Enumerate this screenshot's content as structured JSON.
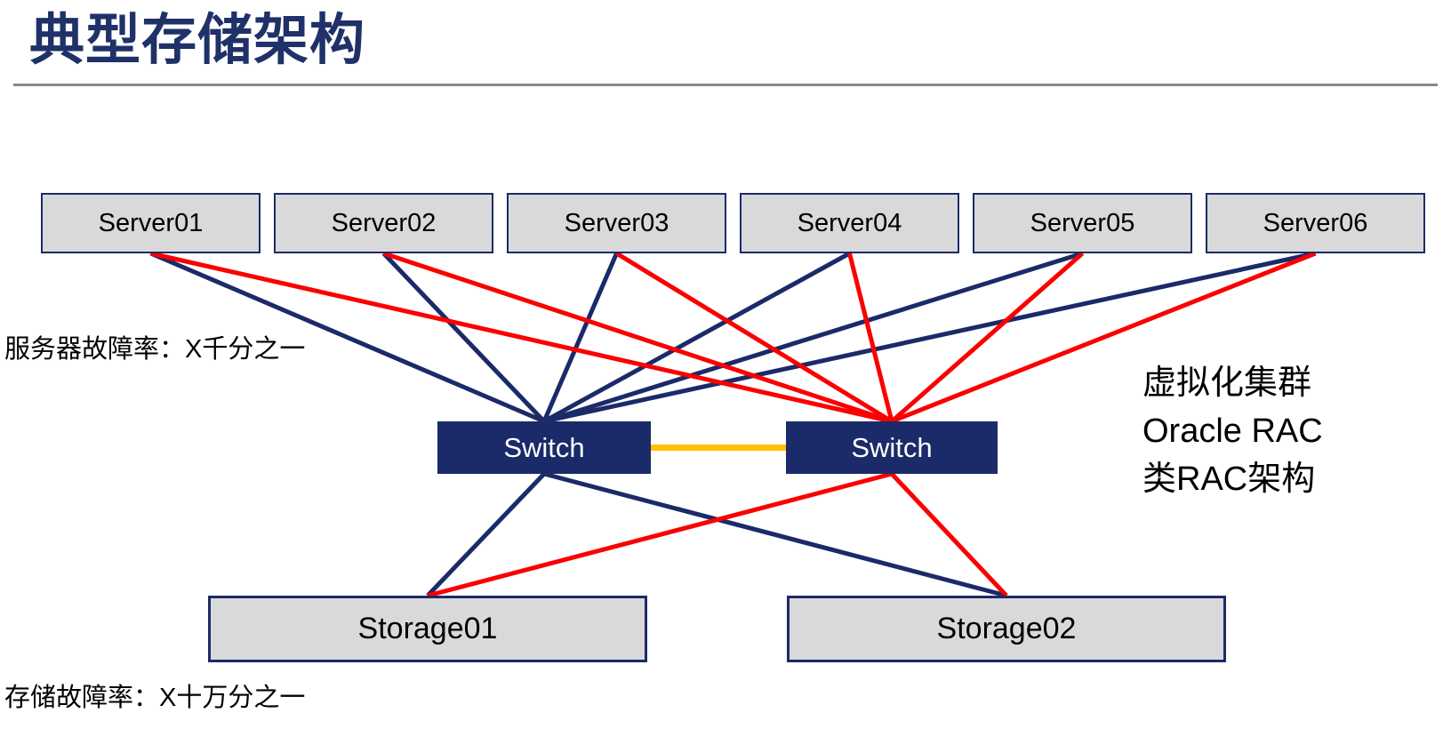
{
  "slide": {
    "title": "典型存储架构"
  },
  "annotations": {
    "server_failure_rate": "服务器故障率：X千分之一",
    "storage_failure_rate": "存储故障率：X十万分之一",
    "cluster_note": [
      "虚拟化集群",
      "Oracle RAC",
      "类RAC架构"
    ]
  },
  "nodes": {
    "servers": [
      {
        "id": "server01",
        "label": "Server01"
      },
      {
        "id": "server02",
        "label": "Server02"
      },
      {
        "id": "server03",
        "label": "Server03"
      },
      {
        "id": "server04",
        "label": "Server04"
      },
      {
        "id": "server05",
        "label": "Server05"
      },
      {
        "id": "server06",
        "label": "Server06"
      }
    ],
    "switches": [
      {
        "id": "switch-a",
        "label": "Switch"
      },
      {
        "id": "switch-b",
        "label": "Switch"
      }
    ],
    "storages": [
      {
        "id": "storage01",
        "label": "Storage01"
      },
      {
        "id": "storage02",
        "label": "Storage02"
      }
    ]
  },
  "edges": [
    {
      "from": "server01",
      "to": "switch-a",
      "color": "navy"
    },
    {
      "from": "server02",
      "to": "switch-a",
      "color": "navy"
    },
    {
      "from": "server03",
      "to": "switch-a",
      "color": "navy"
    },
    {
      "from": "server04",
      "to": "switch-a",
      "color": "navy"
    },
    {
      "from": "server05",
      "to": "switch-a",
      "color": "navy"
    },
    {
      "from": "server06",
      "to": "switch-a",
      "color": "navy"
    },
    {
      "from": "switch-a",
      "to": "storage01",
      "color": "navy"
    },
    {
      "from": "switch-a",
      "to": "storage02",
      "color": "navy"
    },
    {
      "from": "server01",
      "to": "switch-b",
      "color": "red"
    },
    {
      "from": "server02",
      "to": "switch-b",
      "color": "red"
    },
    {
      "from": "server03",
      "to": "switch-b",
      "color": "red"
    },
    {
      "from": "server04",
      "to": "switch-b",
      "color": "red"
    },
    {
      "from": "server05",
      "to": "switch-b",
      "color": "red"
    },
    {
      "from": "server06",
      "to": "switch-b",
      "color": "red"
    },
    {
      "from": "switch-b",
      "to": "storage01",
      "color": "red"
    },
    {
      "from": "switch-b",
      "to": "storage02",
      "color": "red"
    },
    {
      "from": "switch-a",
      "to": "switch-b",
      "color": "yellow",
      "type": "horizontal"
    }
  ],
  "colors": {
    "navy": "#1B2A68",
    "red": "#FB0000",
    "yellow": "#FFC004",
    "box_fill": "#D9D9D9",
    "box_border": "#1B2A68",
    "switch_fill": "#1B2A68",
    "switch_text": "#FFFFFF",
    "title": "#1F3168",
    "divider": "#888888",
    "text": "#000000"
  }
}
